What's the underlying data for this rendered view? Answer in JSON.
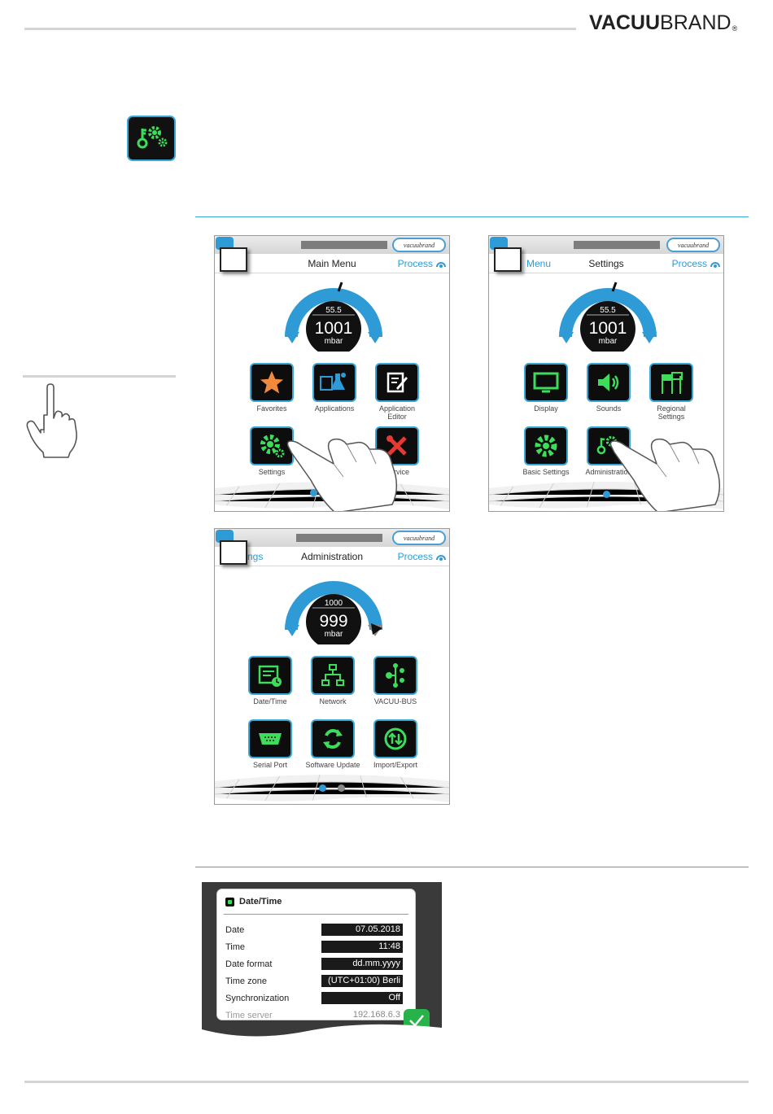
{
  "brand": {
    "bold": "VACUU",
    "light": "BRAND",
    "reg": "®"
  },
  "gauge_unit": "mbar",
  "badge_text": "vacuubrand",
  "process_label": "Process",
  "screens": {
    "main_menu": {
      "title": "Main Menu",
      "setpoint": "55.5",
      "pressure": "1001",
      "items": [
        "Favorites",
        "Applications",
        "Application\nEditor",
        "Settings",
        "Service"
      ]
    },
    "settings": {
      "back": "Menu",
      "title": "Settings",
      "setpoint": "55.5",
      "pressure": "1001",
      "items": [
        "Display",
        "Sounds",
        "Regional\nSettings",
        "Basic Settings",
        "Administration"
      ]
    },
    "administration": {
      "back": "ngs",
      "title": "Administration",
      "setpoint": "1000",
      "pressure": "999",
      "items": [
        "Date/Time",
        "Network",
        "VACUU-BUS",
        "Serial Port",
        "Software Update",
        "Import/Export"
      ]
    }
  },
  "datetime_panel": {
    "title": "Date/Time",
    "rows": [
      {
        "label": "Date",
        "value": "07.05.2018"
      },
      {
        "label": "Time",
        "value": "11:48"
      },
      {
        "label": "Date format",
        "value": "dd.mm.yyyy"
      },
      {
        "label": "Time zone",
        "value": "(UTC+01:00) Berli"
      },
      {
        "label": "Synchronization",
        "value": "Off"
      },
      {
        "label": "Time server",
        "value": "192.168.6.3"
      }
    ]
  },
  "colors": {
    "accent": "#2e9bd6",
    "icon_green": "#3ddc5a",
    "service_red": "#e53935",
    "star_orange": "#f08a3c",
    "ok_green": "#27b34a"
  }
}
